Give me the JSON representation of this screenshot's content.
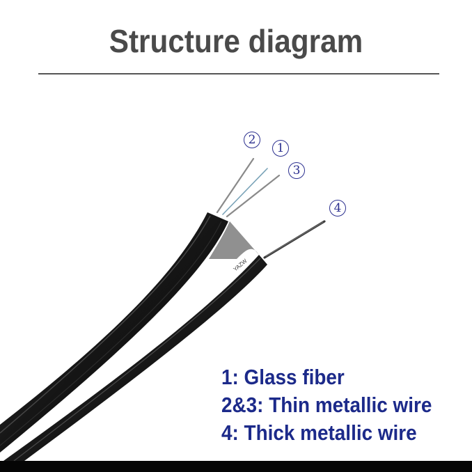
{
  "title": "Structure diagram",
  "markers": {
    "m1": "1",
    "m2": "2",
    "m3": "3",
    "m4": "4"
  },
  "cable_print": "YAZW",
  "legend": {
    "line1": "1: Glass fiber",
    "line2": "2&3: Thin metallic wire",
    "line3": "4: Thick metallic wire"
  },
  "colors": {
    "title": "#4a4a4a",
    "legend_text": "#1c2a8a",
    "marker": "#2b2f8f",
    "cable": "#1a1a1a"
  }
}
